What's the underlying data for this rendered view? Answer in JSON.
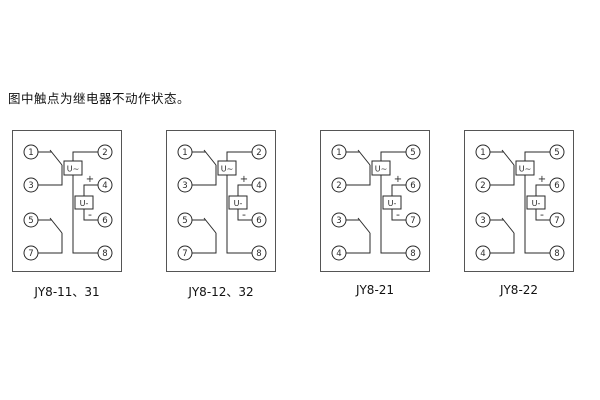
{
  "caption": "图中触点为继电器不动作状态。",
  "panels": [
    {
      "label": "JY8-11、31",
      "left_terminals": [
        "1",
        "3",
        "5",
        "7"
      ],
      "right_terminals": [
        "2",
        "4",
        "6",
        "8"
      ],
      "components": {
        "ac_source": "U~",
        "dc_source": "U-",
        "plus": "+",
        "minus": "-"
      }
    },
    {
      "label": "JY8-12、32",
      "left_terminals": [
        "1",
        "3",
        "5",
        "7"
      ],
      "right_terminals": [
        "2",
        "4",
        "6",
        "8"
      ],
      "components": {
        "ac_source": "U~",
        "dc_source": "U-",
        "plus": "+",
        "minus": "-"
      }
    },
    {
      "label": "JY8-21",
      "left_terminals": [
        "1",
        "2",
        "3",
        "4"
      ],
      "right_terminals": [
        "5",
        "6",
        "7",
        "8"
      ],
      "components": {
        "ac_source": "U~",
        "dc_source": "U-",
        "plus": "+",
        "minus": "-"
      }
    },
    {
      "label": "JY8-22",
      "left_terminals": [
        "1",
        "2",
        "3",
        "4"
      ],
      "right_terminals": [
        "5",
        "6",
        "7",
        "8"
      ],
      "components": {
        "ac_source": "U~",
        "dc_source": "U-",
        "plus": "+",
        "minus": "-"
      }
    }
  ],
  "colors": {
    "line": "#2a2a2a",
    "background": "#ffffff",
    "border": "#555555"
  }
}
